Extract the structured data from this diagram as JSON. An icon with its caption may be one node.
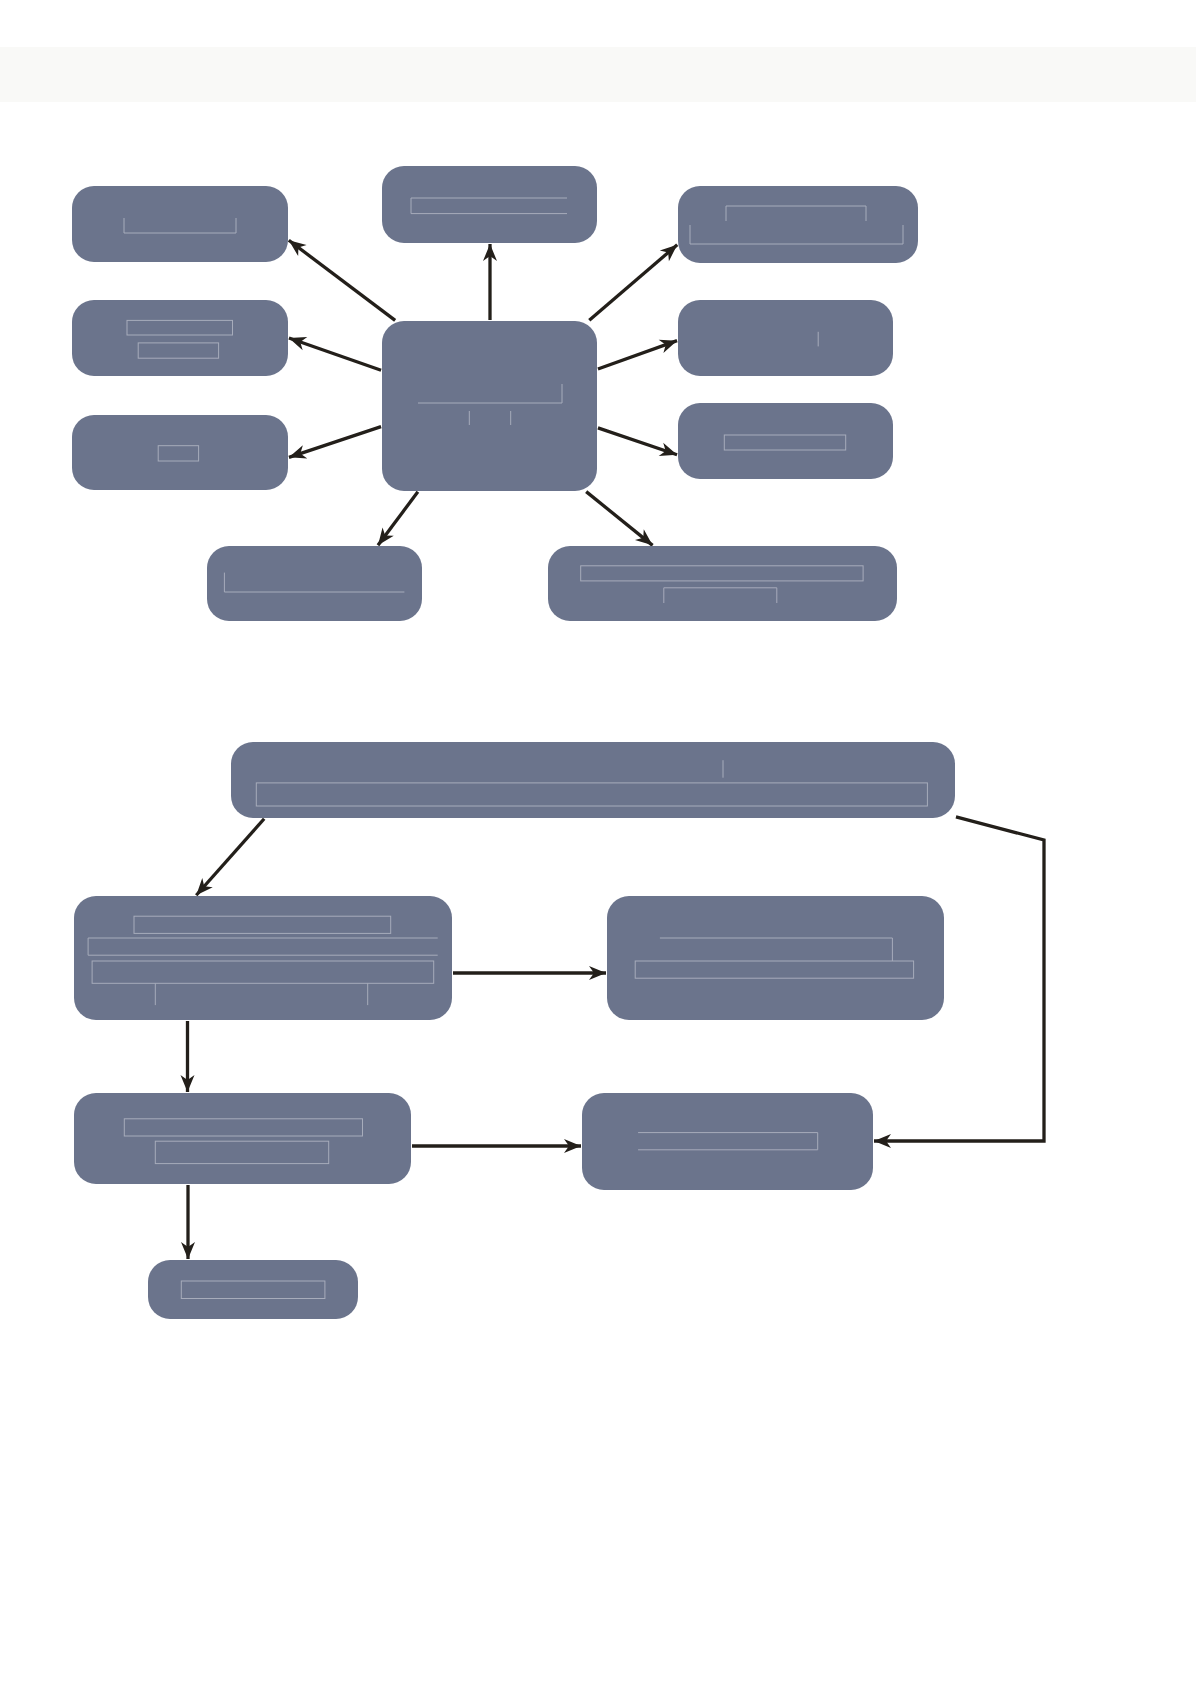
{
  "diagram": {
    "nodes": [
      {
        "text": [],
        "shape": "box"
      },
      {
        "text": [],
        "shape": "box"
      },
      {
        "text": [],
        "shape": "box"
      },
      {
        "text": [],
        "shape": "box"
      },
      {
        "text": [],
        "shape": "box"
      },
      {
        "text": [],
        "shape": "box"
      },
      {
        "text": [],
        "shape": "box"
      },
      {
        "text": [],
        "shape": "box"
      },
      {
        "text": [],
        "shape": "box"
      },
      {
        "text": [],
        "shape": "box"
      },
      {
        "text": [],
        "shape": "box"
      },
      {
        "text": [],
        "shape": "box"
      },
      {
        "text": [],
        "shape": "box"
      },
      {
        "text": [],
        "shape": "box"
      },
      {
        "text": [],
        "shape": "box"
      },
      {
        "text": [],
        "shape": "box"
      }
    ],
    "edges": [
      {
        "from": 4,
        "to": 0,
        "arrow": "to"
      },
      {
        "from": 4,
        "to": 1,
        "arrow": "to"
      },
      {
        "from": 4,
        "to": 2,
        "arrow": "to"
      },
      {
        "from": 4,
        "to": 3,
        "arrow": "to"
      },
      {
        "from": 4,
        "to": 5,
        "arrow": "to"
      },
      {
        "from": 4,
        "to": 6,
        "arrow": "to"
      },
      {
        "from": 4,
        "to": 7,
        "arrow": "to"
      },
      {
        "from": 4,
        "to": 8,
        "arrow": "to"
      },
      {
        "from": 4,
        "to": 9,
        "arrow": "to"
      },
      {
        "from": 10,
        "to": 11,
        "arrow": "to"
      },
      {
        "from": 10,
        "to": 14,
        "arrow": "to"
      },
      {
        "from": 11,
        "to": 12,
        "arrow": "to"
      },
      {
        "from": 11,
        "to": 13,
        "arrow": "to"
      },
      {
        "from": 13,
        "to": 14,
        "arrow": "to"
      },
      {
        "from": 13,
        "to": 15,
        "arrow": "to"
      }
    ]
  }
}
